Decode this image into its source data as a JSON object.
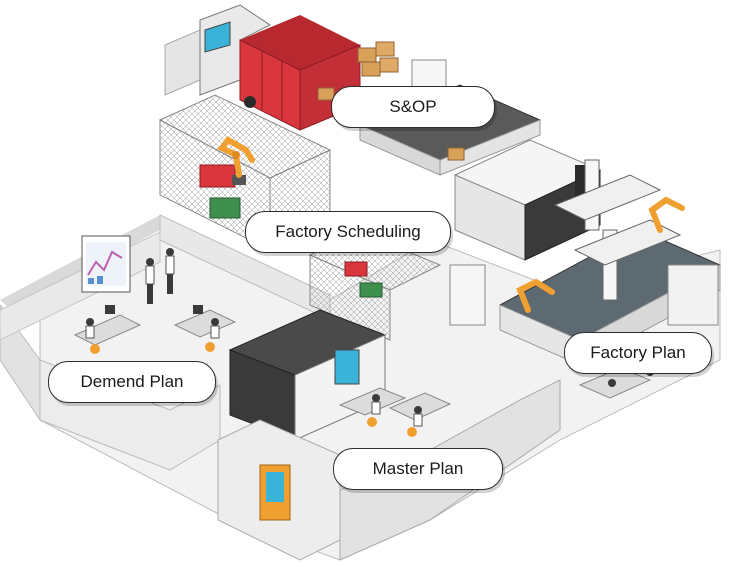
{
  "labels": {
    "sop": "S&OP",
    "factory_scheduling": "Factory Scheduling",
    "demand_plan": "Demend Plan",
    "factory_plan": "Factory Plan",
    "master_plan": "Master Plan"
  },
  "colors": {
    "truck_cargo": "#d9363e",
    "robot_arm": "#f0a030",
    "floor": "#f2f2f2",
    "wall": "#e6e6e6",
    "machine_body": "#3a3a3a",
    "screen": "#3bb3d8",
    "conveyor_belt": "#4a4a4a"
  }
}
